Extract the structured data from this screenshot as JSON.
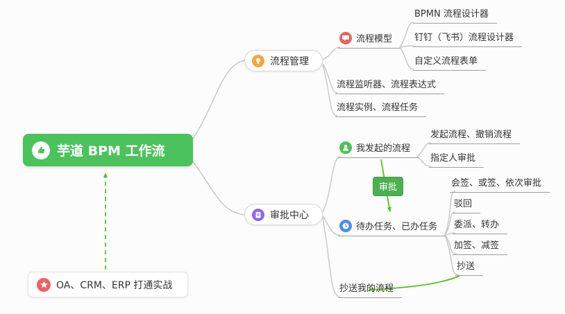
{
  "root": {
    "label": "芋道 BPM 工作流",
    "icon": "thumbs-up-icon"
  },
  "process": {
    "label": "流程管理",
    "icon": "lightbulb-icon",
    "model": {
      "label": "流程模型",
      "icon": "chat-icon",
      "children": [
        "BPMN 流程设计器",
        "钉钉（飞书）流程设计器",
        "自定义流程表单"
      ]
    },
    "listener": "流程监听器、流程表达式",
    "instance": "流程实例、流程任务"
  },
  "approval": {
    "label": "审批中心",
    "icon": "clipboard-icon",
    "my_initiated": {
      "label": "我发起的流程",
      "icon": "user-icon",
      "children": [
        "发起流程、撤销流程",
        "指定人审批"
      ]
    },
    "tasks": {
      "label": "待办任务、已办任务",
      "icon": "clock-icon",
      "children": [
        "会签、或签、依次审批",
        "驳回",
        "委派、转办",
        "加签、减签",
        "抄送"
      ]
    },
    "cc": "抄送我的流程"
  },
  "badge": {
    "label": "审批"
  },
  "note": {
    "label": "OA、CRM、ERP 打通实战",
    "icon": "star-icon"
  },
  "colors": {
    "root_green": "#4cc25c",
    "badge_green": "#4cb050",
    "arrow_green": "#52c41a",
    "connector_gray": "#c9c9c9",
    "underline_gray": "#9e9e9e",
    "icon_orange": "#f5a63c",
    "icon_red": "#f0605f",
    "icon_purple": "#8d68ef",
    "icon_blue": "#4a8cf5"
  }
}
